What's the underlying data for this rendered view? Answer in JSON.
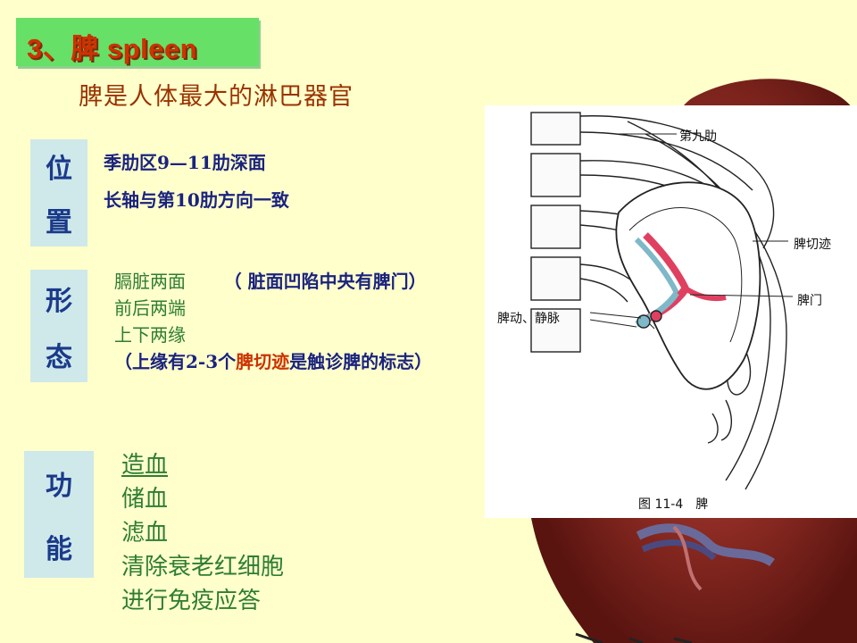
{
  "title": "3、脾 spleen",
  "subtitle": "脾是人体最大的淋巴器官",
  "position": {
    "label": [
      "位",
      "置"
    ],
    "lines": [
      "季肋区9—11肋深面",
      "长轴与第10肋方向一致"
    ]
  },
  "shape": {
    "label": [
      "形",
      "态"
    ],
    "line1_a": "膈脏两面",
    "line1_b": "（ 脏面凹陷中央有脾门）",
    "line2": "前后两端",
    "line3": "上下两缘",
    "line4_a": "（上缘有2-3个",
    "line4_b": "脾切迹",
    "line4_c": "是触诊脾的标志）"
  },
  "function": {
    "label": [
      "功",
      "能"
    ],
    "items": [
      "造血",
      "储血",
      "滤血",
      "清除衰老红细胞",
      "进行免疫应答"
    ]
  },
  "figure": {
    "labels": {
      "rib9": "第九肋",
      "notch": "脾切迹",
      "hilum": "脾门",
      "vessels": "脾动、静脉"
    },
    "caption": "图 11-4　脾"
  },
  "colors": {
    "background": "#ffffcc",
    "title_box": "#66e066",
    "title_text": "#cc3300",
    "label_box": "#cfe8ea",
    "label_text": "#1a3a8a",
    "green_text": "#2e7d32",
    "navy_text": "#1a237e"
  }
}
